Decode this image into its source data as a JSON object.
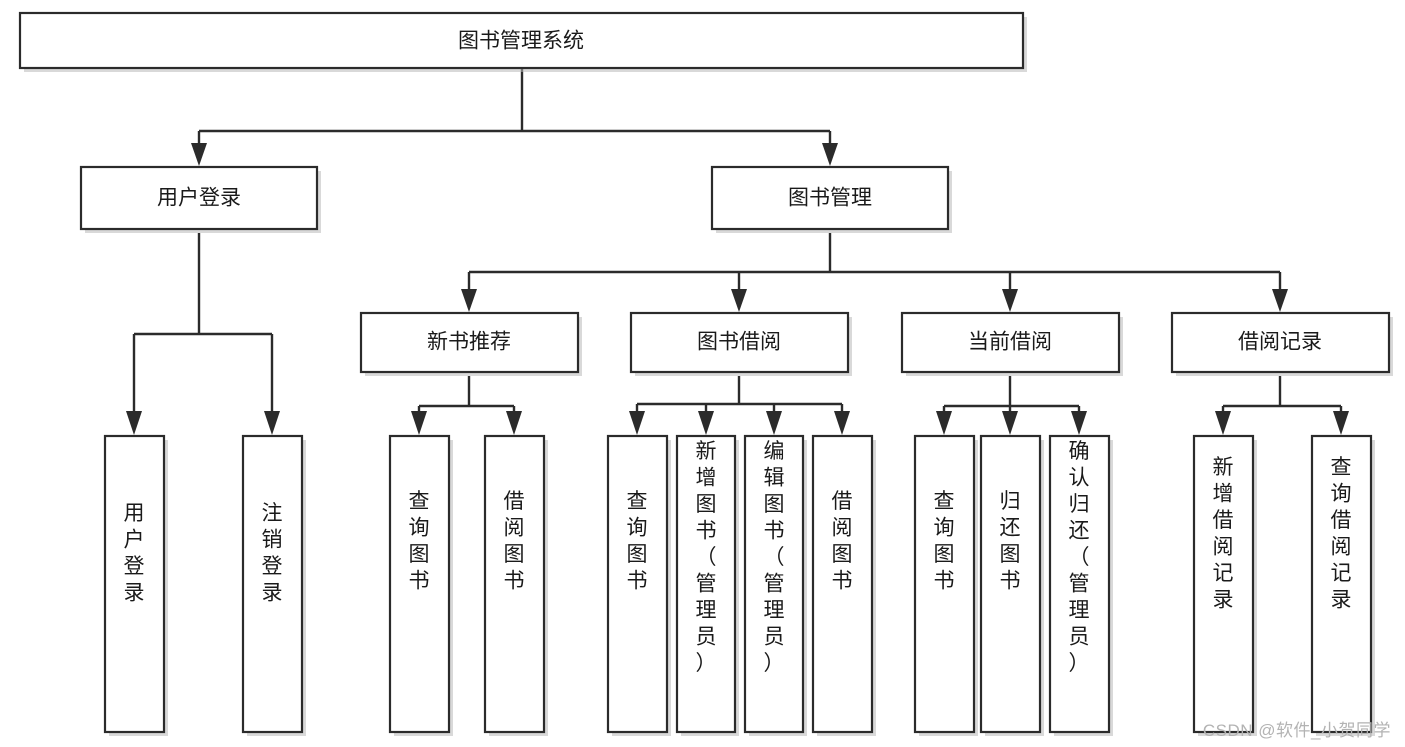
{
  "diagram": {
    "type": "tree-flowchart",
    "orientation": "top-down",
    "root": {
      "id": "root",
      "label": "图书管理系统"
    },
    "level2": [
      {
        "id": "user-login",
        "label": "用户登录"
      },
      {
        "id": "book-manage",
        "label": "图书管理"
      }
    ],
    "level3": [
      {
        "id": "new-book-recommend",
        "label": "新书推荐",
        "parent": "book-manage"
      },
      {
        "id": "book-borrow",
        "label": "图书借阅",
        "parent": "book-manage"
      },
      {
        "id": "current-borrow",
        "label": "当前借阅",
        "parent": "book-manage"
      },
      {
        "id": "borrow-record",
        "label": "借阅记录",
        "parent": "book-manage"
      }
    ],
    "leaves": {
      "user-login": [
        {
          "id": "leaf-user-login",
          "label": "用户登录"
        },
        {
          "id": "leaf-logout-login",
          "label": "注销登录"
        }
      ],
      "new-book-recommend": [
        {
          "id": "leaf-query-book-1",
          "label": "查询图书"
        },
        {
          "id": "leaf-borrow-book-1",
          "label": "借阅图书"
        }
      ],
      "book-borrow": [
        {
          "id": "leaf-query-book-2",
          "label": "查询图书"
        },
        {
          "id": "leaf-add-book",
          "label": "新增图书（管理员）"
        },
        {
          "id": "leaf-edit-book",
          "label": "编辑图书（管理员）"
        },
        {
          "id": "leaf-borrow-book-2",
          "label": "借阅图书"
        }
      ],
      "current-borrow": [
        {
          "id": "leaf-query-book-3",
          "label": "查询图书"
        },
        {
          "id": "leaf-return-book",
          "label": "归还图书"
        },
        {
          "id": "leaf-confirm-return",
          "label": "确认归还（管理员）"
        }
      ],
      "borrow-record": [
        {
          "id": "leaf-add-record",
          "label": "新增借阅记录"
        },
        {
          "id": "leaf-query-record",
          "label": "查询借阅记录"
        }
      ]
    }
  },
  "watermark": {
    "text": "CSDN @软件_小贺同学"
  },
  "colors": {
    "box_stroke": "#2b2b2b",
    "box_fill": "#ffffff",
    "connector": "#2b2b2b",
    "text": "#1a1a1a",
    "watermark": "#b3b3b3",
    "background": "#ffffff"
  }
}
